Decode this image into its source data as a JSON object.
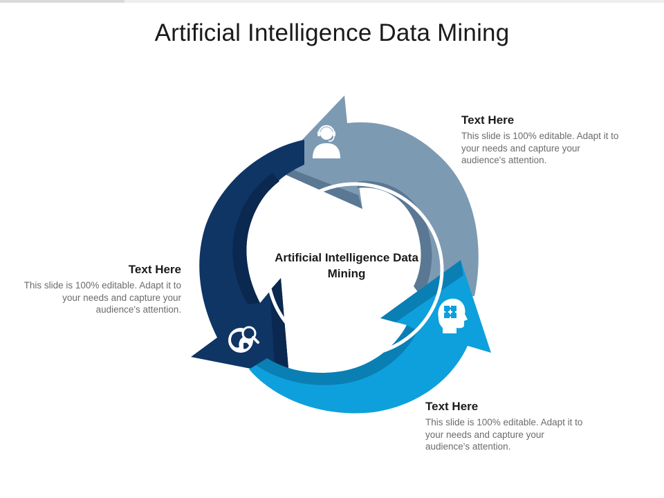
{
  "slide": {
    "title": "Artificial Intelligence Data Mining"
  },
  "center": {
    "label": "Artificial Intelligence Data Mining"
  },
  "segments": [
    {
      "id": "top-right",
      "heading": "Text Here",
      "body": "This slide is 100% editable. Adapt it to your needs and capture your audience's attention.",
      "icon": "customer-support-headset-icon",
      "color": "#7d9ab3"
    },
    {
      "id": "left",
      "heading": "Text Here",
      "body": "This slide is 100% editable. Adapt it to your needs and capture your audience's attention.",
      "icon": "globe-search-icon",
      "color": "#0f3565"
    },
    {
      "id": "bottom-right",
      "heading": "Text Here",
      "body": "This slide is 100% editable. Adapt it to your needs and capture your audience's attention.",
      "icon": "head-puzzle-icon",
      "color": "#0ea0dc"
    }
  ]
}
